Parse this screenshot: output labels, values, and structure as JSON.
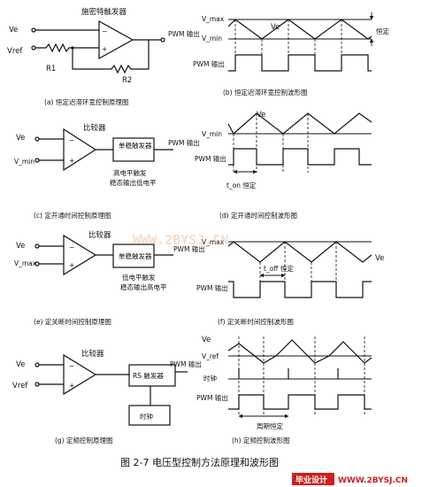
{
  "caption": "图 2-7  电压型控制方法原理和波形图",
  "panels": {
    "a": {
      "title": "施密特触发器",
      "in1": "Ve",
      "in2": "Vref",
      "r1": "R1",
      "r2": "R2",
      "out": "PWM 输出",
      "caption": "(a) 恒定迟滞环宽控制原理图"
    },
    "b": {
      "vmax": "V_max",
      "vmin": "V_min",
      "ve": "Ve",
      "hys": "恒定",
      "pwm": "PWM 输出",
      "caption": "(b) 恒定迟滞环宽控制波形图"
    },
    "c": {
      "in1": "Ve",
      "in2": "V_min",
      "comp": "比较器",
      "box": "单稳触发器",
      "out": "PWM 输出",
      "note1": "高电平触发",
      "note2": "稳态输出低电平",
      "caption": "(c) 定开通时间控制原理图"
    },
    "d": {
      "vmin": "V_min",
      "ve": "Ve",
      "pwm": "PWM 输出",
      "ton": "t_on 恒定",
      "caption": "(d) 定开通时间控制波形图"
    },
    "e": {
      "in1": "Ve",
      "in2": "V_max",
      "comp": "比较器",
      "box": "单稳触发器",
      "out": "PWM 输出",
      "note1": "低电平触发",
      "note2": "稳态输出高电平",
      "caption": "(e) 定关断时间控制原理图"
    },
    "f": {
      "vmax": "V_max",
      "ve": "Ve",
      "toff": "t_off 恒定",
      "pwm": "PWM 输出",
      "caption": "(f) 定关断时间控制波形图"
    },
    "g": {
      "in1": "Ve",
      "in2": "Vref",
      "comp": "比较器",
      "rs": "RS 触发器",
      "clk": "时钟",
      "out": "PWM 输出",
      "caption": "(g) 定频控制原理图"
    },
    "h": {
      "ve": "Ve",
      "vref": "V_ref",
      "clk": "时钟",
      "pwm": "PWM 输出",
      "period": "周期恒定",
      "caption": "(h) 定频控制波形图"
    }
  },
  "watermark": "WWW.2BYSJ.CN",
  "logo": {
    "name": "毕业设计",
    "url": "WWW.2BYSJ.CN"
  }
}
